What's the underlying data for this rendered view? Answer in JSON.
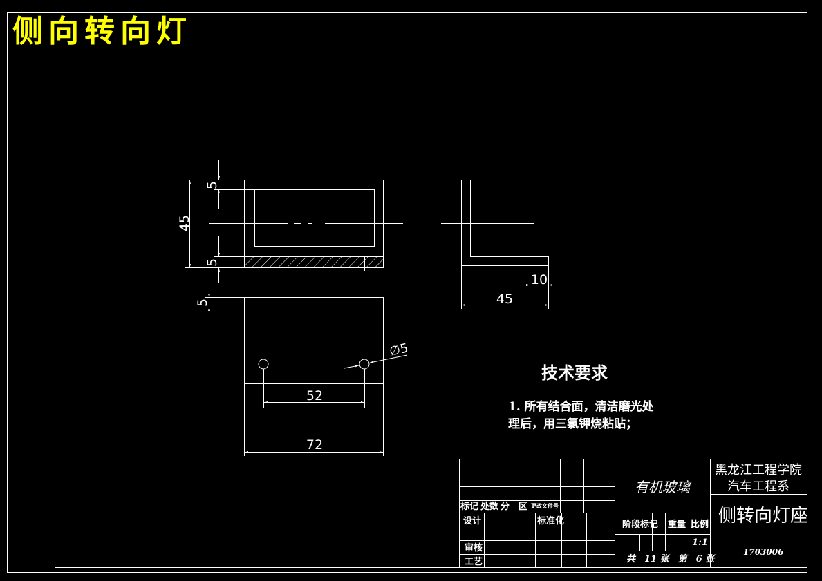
{
  "header": {
    "title": "侧向转向灯"
  },
  "dimensions": {
    "height_45": "45",
    "top_5": "5",
    "bottom_5": "5",
    "plate_5": "5",
    "side_10": "10",
    "side_45": "45",
    "hole_dia": "∅5",
    "spacing_52": "52",
    "width_72": "72"
  },
  "technical_requirements": {
    "heading": "技术要求",
    "line1": "1. 所有结合面，清洁磨光处",
    "line2": "理后，用三氯钾烧粘贴；"
  },
  "title_block": {
    "material": "有机玻璃",
    "school": "黑龙江工程学院",
    "department": "汽车工程系",
    "part_name": "侧转向灯座",
    "labels": {
      "mark": "标记",
      "count": "处数",
      "zone": "分　区",
      "change_doc": "更改文件号",
      "design": "设计",
      "standardize": "标准化",
      "review": "审核",
      "process": "工艺",
      "stage_mark": "阶段标记",
      "weight": "重量",
      "scale": "比例"
    },
    "scale_value": "1:1",
    "sheets": "共　11 张　第　6 张",
    "drawing_no": "1703006"
  },
  "colors": {
    "background": "#000000",
    "line": "#ffffff",
    "title": "#ffff00"
  }
}
